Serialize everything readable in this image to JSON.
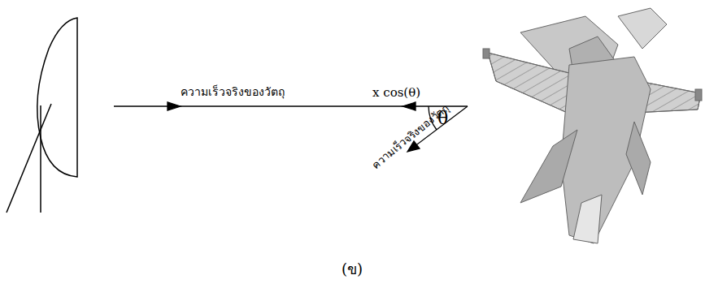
{
  "diagram": {
    "caption": "(ข)",
    "labels": [
      "ความเร็วจริงของวัตถุ",
      "x cos(θ)",
      "θ",
      "ความเร็วจริงของวัตถุ"
    ]
  }
}
